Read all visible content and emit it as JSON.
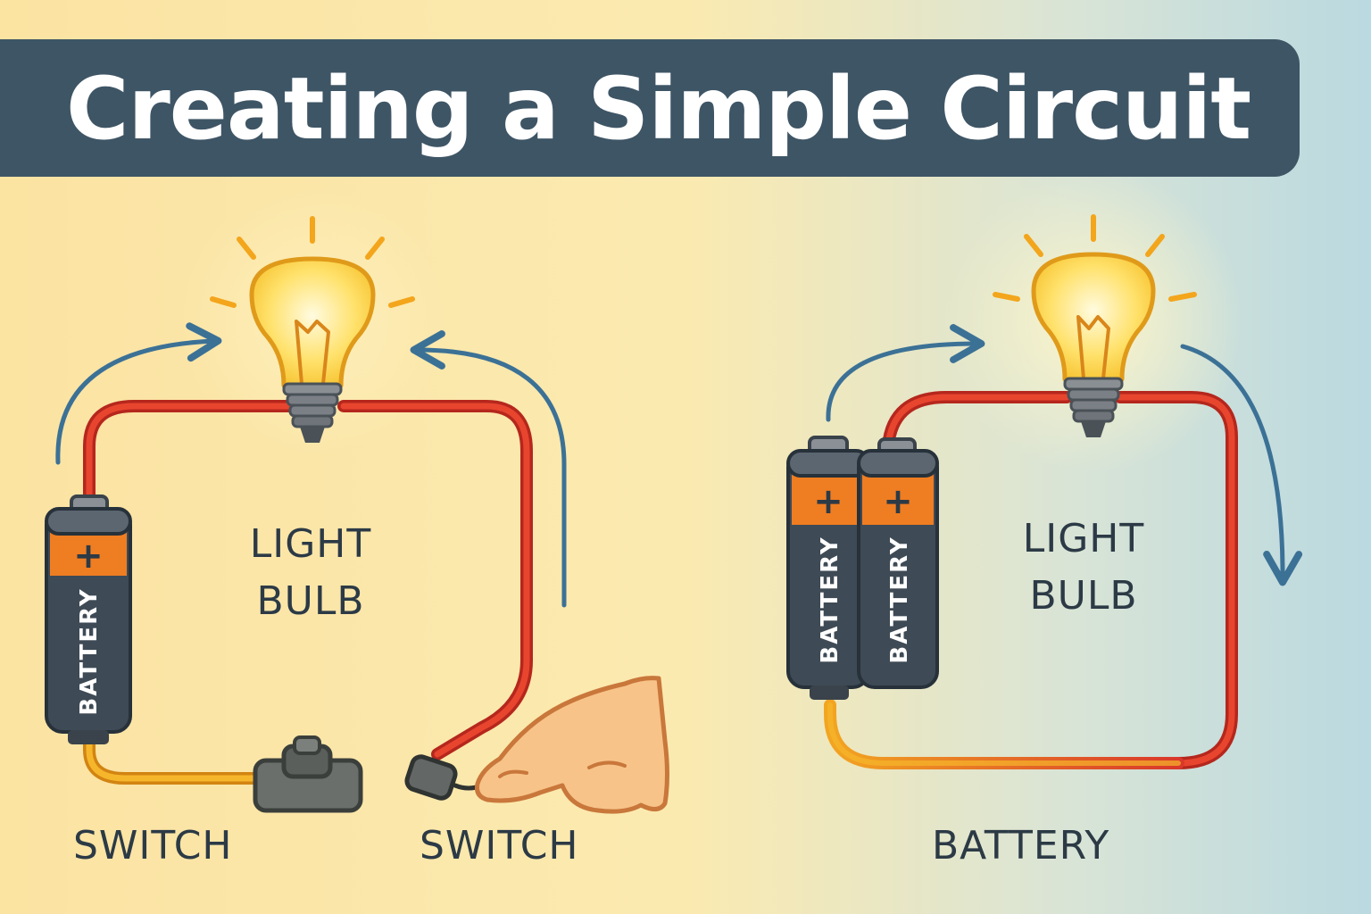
{
  "title": "Creating a Simple Circuit",
  "left_circuit": {
    "center_label_line1": "LIGHT",
    "center_label_line2": "BULB",
    "battery_text": "BATTERY",
    "battery_plus": "+",
    "switch_label_left": "SWITCH",
    "switch_label_right": "SWITCH"
  },
  "right_circuit": {
    "center_label_line1": "LIGHT",
    "center_label_line2": "BULB",
    "battery_text": "BATTERY",
    "battery_plus": "+",
    "battery_label": "BATTERY"
  },
  "colors": {
    "banner": "#3e5565",
    "wire_red": "#d9382a",
    "wire_yellow": "#f2a521",
    "arrow_blue": "#3c7196",
    "battery_body": "#3e4a55",
    "battery_orange": "#ef7d22",
    "bulb_glow": "#ffd84a"
  },
  "icons": [
    "light-bulb-icon",
    "battery-icon",
    "switch-icon",
    "hand-pointer-icon",
    "current-arrow-icon"
  ]
}
